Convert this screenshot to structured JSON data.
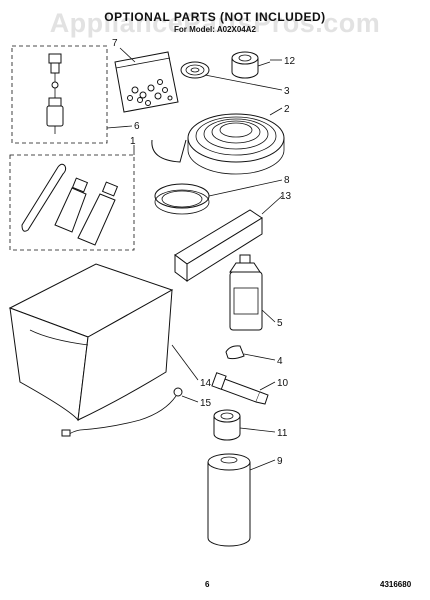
{
  "header": {
    "title": "OPTIONAL PARTS (NOT INCLUDED)",
    "subtitle": "For Model: A02X04A2",
    "watermark": "AppliancePartsPros.com"
  },
  "footer": {
    "page_number": "6",
    "document_number": "4316680"
  },
  "callouts": [
    "1",
    "2",
    "3",
    "4",
    "5",
    "6",
    "7",
    "8",
    "9",
    "10",
    "11",
    "12",
    "13",
    "14",
    "15"
  ],
  "colors": {
    "line": "#111111",
    "watermark": "#d9d9d9"
  }
}
